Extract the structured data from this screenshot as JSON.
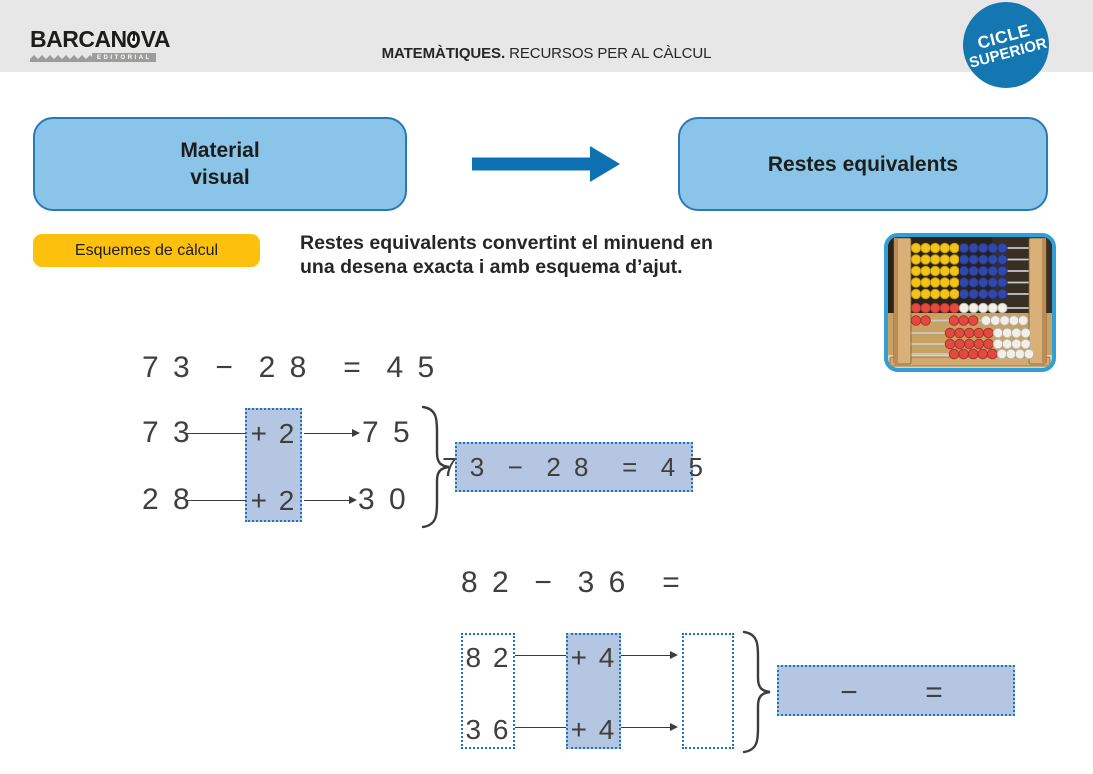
{
  "header": {
    "publisher_pre": "BARCAN",
    "publisher_post": "VA",
    "publisher_sub": "EDITORIAL",
    "title_bold": "MATEMÀTIQUES.",
    "title_rest": " RECURSOS PER AL CÀLCUL",
    "badge_line1": "CICLE",
    "badge_line2": "SUPERIOR"
  },
  "flow": {
    "source_line1": "Material",
    "source_line2": "visual",
    "target": "Restes equivalents"
  },
  "lesson": {
    "tag": "Esquemes de càlcul",
    "description_line1": "Restes equivalents convertint el minuend en",
    "description_line2": "una desena exacta i amb esquema d’ajut."
  },
  "example_solved": {
    "equation": "7 3  −  2 8   =  4 5",
    "minuend": "7 3",
    "adjust_top": "+ 2",
    "minuend_result": "7 5",
    "subtrahend": "2 8",
    "adjust_bottom": "+ 2",
    "subtrahend_result": "3 0",
    "boxed_equation": "7 3  −  2 8   =  4 5"
  },
  "exercise": {
    "equation": "8 2  −  3 6   =",
    "minuend": "8 2",
    "subtrahend": "3 6",
    "adjust_top": "+ 4",
    "adjust_bottom": "+ 4",
    "answer_minus": "−",
    "answer_equals": "="
  },
  "icons": {
    "compass_o": "compass-o-icon",
    "flow_arrow": "arrow-right-icon",
    "abacus": "abacus-photo"
  },
  "colors": {
    "header_bg": "#e7e7e7",
    "badge_blue": "#1577b2",
    "flow_box_fill": "#8ac4e9",
    "flow_box_border": "#2a7ab8",
    "arrow_blue": "#0d71b1",
    "tag_yellow": "#fdc10d",
    "schema_fill": "#b5c6e2",
    "schema_dotted_border": "#1c75bc",
    "math_text": "#3f3f3e"
  }
}
